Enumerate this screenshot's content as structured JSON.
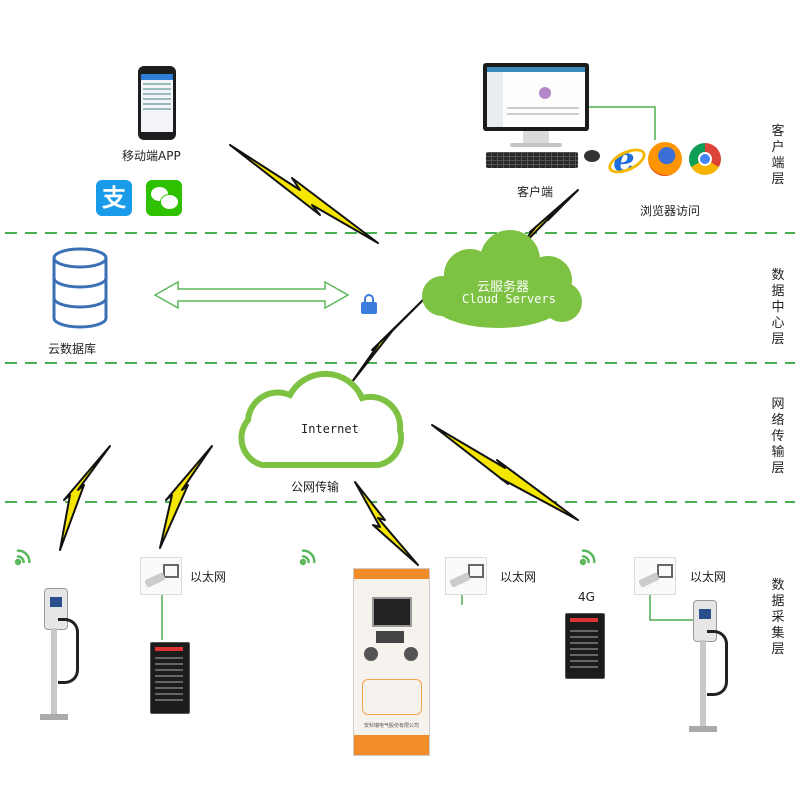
{
  "layers": {
    "client": "客户端层",
    "datacenter": "数据中心层",
    "network": "网络传输层",
    "collection": "数据采集层"
  },
  "labels": {
    "mobile_app": "移动端APP",
    "client": "客户端",
    "browser_access": "浏览器访问",
    "cloud_db": "云数据库",
    "cloud_server_cn": "云服务器",
    "cloud_server_en": "Cloud Servers",
    "internet": "Internet",
    "public_network": "公网传输",
    "ethernet_1": "以太网",
    "ethernet_2": "以太网",
    "ethernet_3": "以太网",
    "fourg": "4G",
    "company": "安科瑞电气股份有限公司"
  },
  "icons": [
    "alipay-icon",
    "wechat-icon",
    "ie-icon",
    "firefox-icon",
    "chrome-icon",
    "lock-icon",
    "wifi-icon",
    "database-icon",
    "ethernet-port-icon"
  ],
  "colors": {
    "divider": "#4caf50",
    "cloud": "#7dc242",
    "lightning_fill": "#f5e600",
    "lightning_stroke": "#111111",
    "arrow": "#5cb85c",
    "db": "#3a6fb5"
  }
}
